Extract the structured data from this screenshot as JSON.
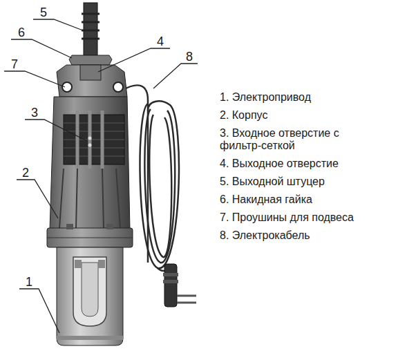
{
  "diagram": {
    "labels": [
      "5",
      "6",
      "4",
      "7",
      "8",
      "3",
      "2",
      "1",
      "1. Электропривод",
      "2. Корпус",
      "3. Входное отверстие с фильтр-сеткой",
      "4. Выходное отверстие",
      "5. Выходной штуцер",
      "6. Накидная гайка",
      "7. Проушины для подвеса",
      "8. Электрокабель"
    ]
  }
}
